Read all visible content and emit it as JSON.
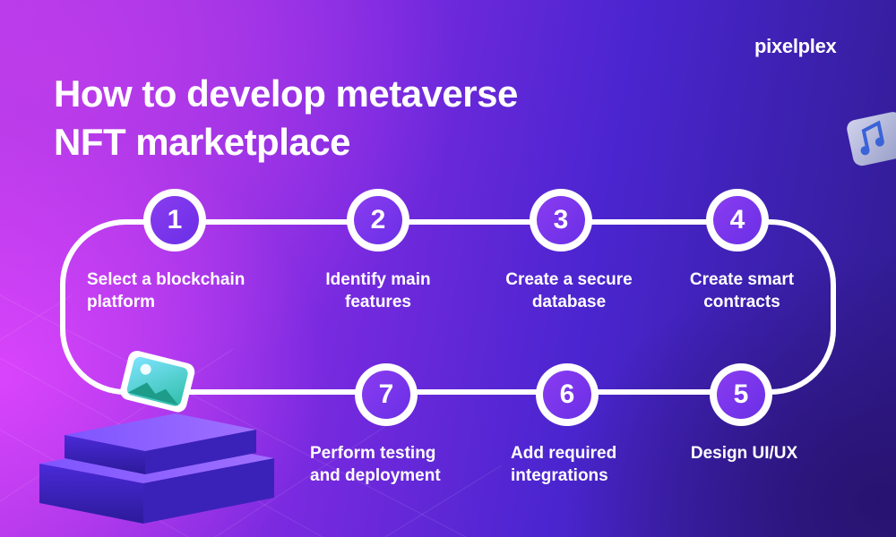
{
  "brand": {
    "logo_text": "pixelplex"
  },
  "title": {
    "line1": "How to develop metaverse",
    "line2": "NFT marketplace"
  },
  "steps": [
    {
      "number": "1",
      "line1": "Select a blockchain",
      "line2": "platform"
    },
    {
      "number": "2",
      "line1": "Identify main",
      "line2": "features"
    },
    {
      "number": "3",
      "line1": "Create a secure",
      "line2": "database"
    },
    {
      "number": "4",
      "line1": "Create smart",
      "line2": "contracts"
    },
    {
      "number": "5",
      "line1": "Design UI/UX",
      "line2": ""
    },
    {
      "number": "6",
      "line1": "Add required",
      "line2": "integrations"
    },
    {
      "number": "7",
      "line1": "Perform testing",
      "line2": "and deployment"
    }
  ],
  "icons": [
    "music-note-icon",
    "image-icon"
  ],
  "colors": {
    "accent": "#7a2ae0",
    "node_fill": "#6a2fe6",
    "track": "#ffffff"
  }
}
